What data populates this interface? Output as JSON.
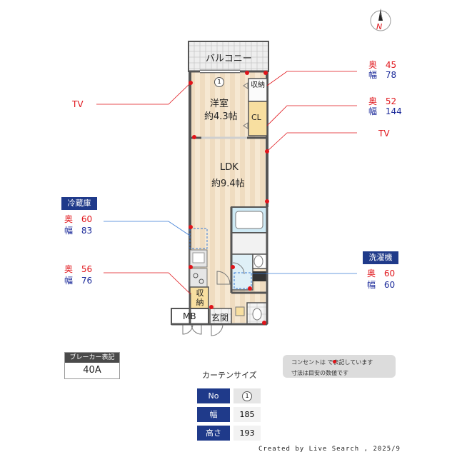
{
  "floorplan": {
    "rooms": {
      "balcony": "バルコニー",
      "western_room": "洋室",
      "western_room_size": "約4.3帖",
      "storage_top": "収納",
      "closet": "CL",
      "ldk": "LDK",
      "ldk_size": "約9.4帖",
      "storage_bottom": "収納",
      "entrance": "玄関",
      "meter_box": "MB",
      "window_marker": "1"
    },
    "compass": {
      "label": "N"
    }
  },
  "callouts": {
    "tv_left": "TV",
    "tv_right": "TV",
    "dim1": {
      "depth_label": "奥",
      "depth": "45",
      "width_label": "幅",
      "width": "78"
    },
    "dim2": {
      "depth_label": "奥",
      "depth": "52",
      "width_label": "幅",
      "width": "144"
    },
    "fridge": {
      "title": "冷蔵庫",
      "depth_label": "奥",
      "depth": "60",
      "width_label": "幅",
      "width": "83"
    },
    "dim3": {
      "depth_label": "奥",
      "depth": "56",
      "width_label": "幅",
      "width": "76"
    },
    "washer": {
      "title": "洗濯機",
      "depth_label": "奥",
      "depth": "60",
      "width_label": "幅",
      "width": "60"
    }
  },
  "breaker": {
    "title": "ブレーカー表記",
    "value": "40A"
  },
  "legend": {
    "line1": "コンセントは  で表記しています",
    "line2": "寸法は目安の数値です"
  },
  "curtain": {
    "title": "カーテンサイズ",
    "rows": [
      {
        "label": "No",
        "value": "1"
      },
      {
        "label": "幅",
        "value": "185"
      },
      {
        "label": "高さ",
        "value": "193"
      }
    ]
  },
  "footer": {
    "credit": "Created by Live Search , 2025/9"
  },
  "colors": {
    "navy": "#1f3a8a",
    "red": "#e0141a",
    "blue": "#1b2a9a",
    "floor": "#f5e6cf",
    "wall": "#555555"
  }
}
